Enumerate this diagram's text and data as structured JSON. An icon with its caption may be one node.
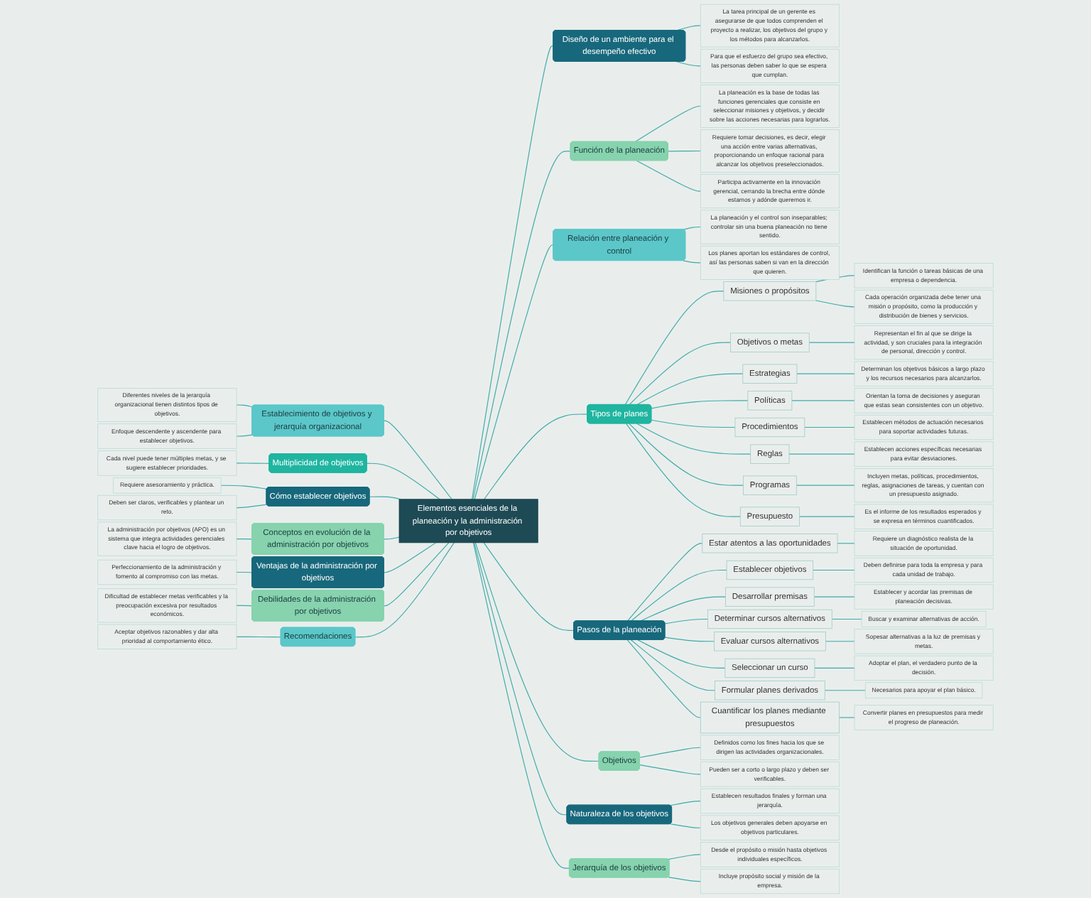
{
  "diagram": {
    "nodes": [
      {
        "text": [
          "Elementos esenciales de la planeación y la administración por objetivos"
        ]
      },
      {
        "text": [
          "Establecimiento de objetivos y jerarquía organizacional"
        ]
      },
      {
        "text": [
          "Diferentes niveles de la jerarquía organizacional tienen distintos tipos de objetivos."
        ]
      },
      {
        "text": [
          "Enfoque descendente y ascendente para establecer objetivos."
        ]
      },
      {
        "text": [
          "Multiplicidad de objetivos"
        ]
      },
      {
        "text": [
          "Cada nivel puede tener múltiples metas, y se sugiere establecer prioridades."
        ]
      },
      {
        "text": [
          "Cómo establecer objetivos"
        ]
      },
      {
        "text": [
          "Requiere asesoramiento y práctica."
        ]
      },
      {
        "text": [
          "Deben ser claros, verificables y plantear un reto."
        ]
      },
      {
        "text": [
          "Conceptos en evolución de la administración por objetivos"
        ]
      },
      {
        "text": [
          "La administración por objetivos (APO) es un sistema que integra actividades gerenciales clave hacia el logro de objetivos."
        ]
      },
      {
        "text": [
          "Ventajas de la administración por objetivos"
        ]
      },
      {
        "text": [
          "Perfeccionamiento de la administración y fomento al compromiso con las metas."
        ]
      },
      {
        "text": [
          "Debilidades de la administración por objetivos"
        ]
      },
      {
        "text": [
          "Dificultad de establecer metas verificables y la preocupación excesiva por resultados económicos."
        ]
      },
      {
        "text": [
          "Recomendaciones"
        ]
      },
      {
        "text": [
          "Aceptar objetivos razonables y dar alta prioridad al comportamiento ético."
        ]
      },
      {
        "text": [
          "Diseño de un ambiente para el desempeño efectivo"
        ]
      },
      {
        "text": [
          "La tarea principal de un gerente es asegurarse de que todos comprenden el proyecto a realizar, los objetivos del grupo y los métodos para alcanzarlos."
        ]
      },
      {
        "text": [
          "Para que el esfuerzo del grupo sea efectivo, las personas deben saber lo que se espera que cumplan."
        ]
      },
      {
        "text": [
          "Función de la planeación"
        ]
      },
      {
        "text": [
          "La planeación es la base de todas las funciones gerenciales que consiste en seleccionar misiones y objetivos, y decidir sobre las acciones necesarias para lograrlos."
        ]
      },
      {
        "text": [
          "Requiere tomar decisiones, es decir, elegir una acción entre varias alternativas, proporcionando un enfoque racional para alcanzar los objetivos preseleccionados."
        ]
      },
      {
        "text": [
          "Participa activamente en la innovación gerencial, cerrando la brecha entre dónde estamos y adónde queremos ir."
        ]
      },
      {
        "text": [
          "Relación entre planeación y control"
        ]
      },
      {
        "text": [
          "La planeación y el control son inseparables; controlar sin una buena planeación no tiene sentido."
        ]
      },
      {
        "text": [
          "Los planes aportan los estándares de control, así las personas saben si van en la dirección que quieren."
        ]
      },
      {
        "text": [
          "Tipos de planes"
        ]
      },
      {
        "text": [
          "Misiones o propósitos"
        ]
      },
      {
        "text": [
          "Identifican la función o tareas básicas de una empresa o dependencia."
        ]
      },
      {
        "text": [
          "Cada operación organizada debe tener una misión o propósito, como la producción y distribución de bienes y servicios."
        ]
      },
      {
        "text": [
          "Objetivos o metas"
        ]
      },
      {
        "text": [
          "Representan el fin al que se dirige la actividad, y son cruciales para la integración de personal, dirección y control."
        ]
      },
      {
        "text": [
          "Estrategias"
        ]
      },
      {
        "text": [
          "Determinan los objetivos básicos a largo plazo y los recursos necesarios para alcanzarlos."
        ]
      },
      {
        "text": [
          "Políticas"
        ]
      },
      {
        "text": [
          "Orientan la toma de decisiones y aseguran que estas sean consistentes con un objetivo."
        ]
      },
      {
        "text": [
          "Procedimientos"
        ]
      },
      {
        "text": [
          "Establecen métodos de actuación necesarios para soportar actividades futuras."
        ]
      },
      {
        "text": [
          "Reglas"
        ]
      },
      {
        "text": [
          "Establecen acciones específicas necesarias para evitar desviaciones."
        ]
      },
      {
        "text": [
          "Programas"
        ]
      },
      {
        "text": [
          "Incluyen metas, políticas, procedimientos, reglas, asignaciones de tareas, y cuentan con un presupuesto asignado."
        ]
      },
      {
        "text": [
          "Presupuesto"
        ]
      },
      {
        "text": [
          "Es el informe de los resultados esperados y se expresa en términos cuantificados."
        ]
      },
      {
        "text": [
          "Pasos de la planeación"
        ]
      },
      {
        "text": [
          "Estar atentos a las oportunidades"
        ]
      },
      {
        "text": [
          "Requiere un diagnóstico realista de la situación de oportunidad."
        ]
      },
      {
        "text": [
          "Establecer objetivos"
        ]
      },
      {
        "text": [
          "Deben definirse para toda la empresa y para cada unidad de trabajo."
        ]
      },
      {
        "text": [
          "Desarrollar premisas"
        ]
      },
      {
        "text": [
          "Establecer y acordar las premisas de planeación decisivas."
        ]
      },
      {
        "text": [
          "Determinar cursos alternativos"
        ]
      },
      {
        "text": [
          "Buscar y examinar alternativas de acción."
        ]
      },
      {
        "text": [
          "Evaluar cursos alternativos"
        ]
      },
      {
        "text": [
          "Sopesar alternativas a la luz de premisas y metas."
        ]
      },
      {
        "text": [
          "Seleccionar un curso"
        ]
      },
      {
        "text": [
          "Adoptar el plan, el verdadero punto de la decisión."
        ]
      },
      {
        "text": [
          "Formular planes derivados"
        ]
      },
      {
        "text": [
          "Necesarios para apoyar el plan básico."
        ]
      },
      {
        "text": [
          "Cuantificar los planes mediante presupuestos"
        ]
      },
      {
        "text": [
          "Convertir planes en presupuestos para medir el progreso de planeación."
        ]
      },
      {
        "text": [
          "Objetivos"
        ]
      },
      {
        "text": [
          "Definidos como los fines hacia los que se dirigen las actividades organizacionales."
        ]
      },
      {
        "text": [
          "Pueden ser a corto o largo plazo y deben ser verificables."
        ]
      },
      {
        "text": [
          "Naturaleza de los objetivos"
        ]
      },
      {
        "text": [
          "Establecen resultados finales y forman una jerarquía."
        ]
      },
      {
        "text": [
          "Los objetivos generales deben apoyarse en objetivos particulares."
        ]
      },
      {
        "text": [
          "Jerarquía de los objetivos"
        ]
      },
      {
        "text": [
          "Desde el propósito o misión hasta objetivos individuales específicos."
        ]
      },
      {
        "text": [
          "Incluye propósito social y misión de la empresa."
        ]
      }
    ],
    "edges": [
      {
        "from": 0,
        "to": 1,
        "arrow": "none"
      },
      {
        "from": 1,
        "to": 2,
        "arrow": "none"
      },
      {
        "from": 1,
        "to": 3,
        "arrow": "none"
      },
      {
        "from": 0,
        "to": 4,
        "arrow": "none"
      },
      {
        "from": 4,
        "to": 5,
        "arrow": "none"
      },
      {
        "from": 0,
        "to": 6,
        "arrow": "none"
      },
      {
        "from": 6,
        "to": 7,
        "arrow": "none"
      },
      {
        "from": 6,
        "to": 8,
        "arrow": "none"
      },
      {
        "from": 0,
        "to": 9,
        "arrow": "none"
      },
      {
        "from": 9,
        "to": 10,
        "arrow": "none"
      },
      {
        "from": 0,
        "to": 11,
        "arrow": "none"
      },
      {
        "from": 11,
        "to": 12,
        "arrow": "none"
      },
      {
        "from": 0,
        "to": 13,
        "arrow": "none"
      },
      {
        "from": 13,
        "to": 14,
        "arrow": "none"
      },
      {
        "from": 0,
        "to": 15,
        "arrow": "none"
      },
      {
        "from": 15,
        "to": 16,
        "arrow": "none"
      },
      {
        "from": 0,
        "to": 17,
        "arrow": "none"
      },
      {
        "from": 17,
        "to": 18,
        "arrow": "none"
      },
      {
        "from": 17,
        "to": 19,
        "arrow": "none"
      },
      {
        "from": 0,
        "to": 20,
        "arrow": "none"
      },
      {
        "from": 20,
        "to": 21,
        "arrow": "none"
      },
      {
        "from": 20,
        "to": 22,
        "arrow": "none"
      },
      {
        "from": 20,
        "to": 23,
        "arrow": "none"
      },
      {
        "from": 0,
        "to": 24,
        "arrow": "none"
      },
      {
        "from": 24,
        "to": 25,
        "arrow": "none"
      },
      {
        "from": 24,
        "to": 26,
        "arrow": "none"
      },
      {
        "from": 0,
        "to": 27,
        "arrow": "none"
      },
      {
        "from": 27,
        "to": 28,
        "arrow": "none"
      },
      {
        "from": 28,
        "to": 29,
        "arrow": "none"
      },
      {
        "from": 28,
        "to": 30,
        "arrow": "none"
      },
      {
        "from": 27,
        "to": 31,
        "arrow": "none"
      },
      {
        "from": 31,
        "to": 32,
        "arrow": "none"
      },
      {
        "from": 27,
        "to": 33,
        "arrow": "none"
      },
      {
        "from": 33,
        "to": 34,
        "arrow": "none"
      },
      {
        "from": 27,
        "to": 35,
        "arrow": "none"
      },
      {
        "from": 35,
        "to": 36,
        "arrow": "none"
      },
      {
        "from": 27,
        "to": 37,
        "arrow": "none"
      },
      {
        "from": 37,
        "to": 38,
        "arrow": "none"
      },
      {
        "from": 27,
        "to": 39,
        "arrow": "none"
      },
      {
        "from": 39,
        "to": 40,
        "arrow": "none"
      },
      {
        "from": 27,
        "to": 41,
        "arrow": "none"
      },
      {
        "from": 41,
        "to": 42,
        "arrow": "none"
      },
      {
        "from": 27,
        "to": 43,
        "arrow": "none"
      },
      {
        "from": 43,
        "to": 44,
        "arrow": "none"
      },
      {
        "from": 0,
        "to": 45,
        "arrow": "none"
      },
      {
        "from": 45,
        "to": 46,
        "arrow": "none"
      },
      {
        "from": 46,
        "to": 47,
        "arrow": "none"
      },
      {
        "from": 45,
        "to": 48,
        "arrow": "none"
      },
      {
        "from": 48,
        "to": 49,
        "arrow": "none"
      },
      {
        "from": 45,
        "to": 50,
        "arrow": "none"
      },
      {
        "from": 50,
        "to": 51,
        "arrow": "none"
      },
      {
        "from": 45,
        "to": 52,
        "arrow": "none"
      },
      {
        "from": 52,
        "to": 53,
        "arrow": "none"
      },
      {
        "from": 45,
        "to": 54,
        "arrow": "none"
      },
      {
        "from": 54,
        "to": 55,
        "arrow": "none"
      },
      {
        "from": 45,
        "to": 56,
        "arrow": "none"
      },
      {
        "from": 56,
        "to": 57,
        "arrow": "none"
      },
      {
        "from": 45,
        "to": 58,
        "arrow": "none"
      },
      {
        "from": 58,
        "to": 59,
        "arrow": "none"
      },
      {
        "from": 45,
        "to": 60,
        "arrow": "none"
      },
      {
        "from": 60,
        "to": 61,
        "arrow": "none"
      },
      {
        "from": 0,
        "to": 62,
        "arrow": "none"
      },
      {
        "from": 62,
        "to": 63,
        "arrow": "none"
      },
      {
        "from": 62,
        "to": 64,
        "arrow": "none"
      },
      {
        "from": 0,
        "to": 65,
        "arrow": "none"
      },
      {
        "from": 65,
        "to": 66,
        "arrow": "none"
      },
      {
        "from": 65,
        "to": 67,
        "arrow": "none"
      },
      {
        "from": 0,
        "to": 68,
        "arrow": "none"
      },
      {
        "from": 68,
        "to": 69,
        "arrow": "none"
      },
      {
        "from": 68,
        "to": 70,
        "arrow": "none"
      }
    ]
  }
}
